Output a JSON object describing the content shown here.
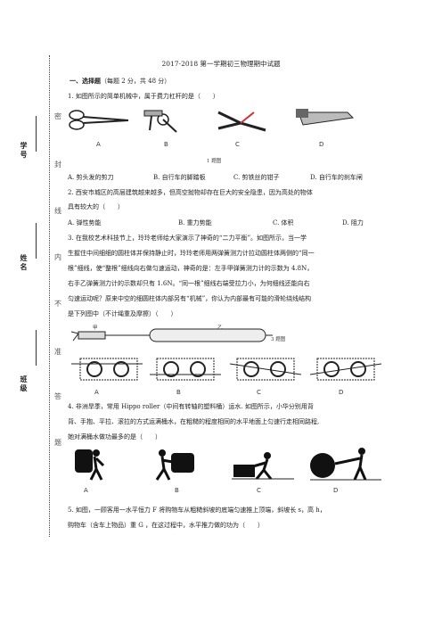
{
  "side": {
    "seal_chars": [
      "密",
      "封",
      "线",
      "内",
      "不",
      "准",
      "答",
      "题"
    ],
    "field_labels": [
      "学 号",
      "姓 名",
      "班 级"
    ]
  },
  "header": {
    "title": "2017-2018 第一学期初三物理期中试题"
  },
  "section1": {
    "heading": "一、选择题",
    "note": "（每题 2 分，共 48 分）"
  },
  "q1": {
    "stem": "1. 如图所示的简单机械中，属于费力杠杆的是（　　）",
    "figure_labels": [
      "A",
      "B",
      "C",
      "D"
    ],
    "caption": "1 题图",
    "options": [
      "A. 剪头发的剪刀",
      "B. 自行车的脚踏板",
      "C. 剪铁丝的钳子",
      "D. 自行车的刹车闸"
    ]
  },
  "q2": {
    "stem_line1": "2. 西安市城区的高层建筑越来越多，但高空抛物却存在巨大的安全隐患，因为高处的物体",
    "stem_line2": "具有较大的（　　）",
    "options": [
      "A. 弹性势能",
      "B. 重力势能",
      "C. 体积",
      "D. 阻力"
    ]
  },
  "q3": {
    "lines": [
      "3. 在我校艺术科技节上，玲玲老师给大家演示了神奇的“二力平衡”。如图所示，当一学",
      "生握住中间细细的圆柱体并保持静止时，玲玲老师用两弹簧测力计拉动圆柱体两侧的“同一",
      "根”细线，使“整根”细线向右做匀速运动，神奇的是：左手甲弹簧测力计的示数为 4.8N，",
      "右手乙弹簧测力计的示数却只有 1.6N。“同一根”细线右端受拉力小，为何细线还能向右",
      "匀速运动呢？原来中空的细圆柱体内部另有“机械”，你认为内部最有可能的滑轮绕线结构",
      "是下列图中（不计绳重及摩擦）（　　）"
    ],
    "jia": "甲",
    "yi": "乙",
    "caption": "3 题图",
    "figure_labels": [
      "A",
      "B",
      "C",
      "D"
    ]
  },
  "q4": {
    "lines": [
      "4. 非洲旱季，常用 Hippo roller（中间有转轴的塑料桶）运水. 如图所示，小华分别用背",
      "背、手抱、平拉、滚拉的方式运满桶水，在粗糙的程度相同的水平地面上匀速行走相同路程,",
      "她对满桶水做功最多的是（　　）"
    ],
    "figure_labels": [
      "A",
      "B",
      "C",
      "D"
    ]
  },
  "q5": {
    "lines": [
      "5. 如图，一顾客用一水平恒力 F 将购物车从粗糙斜坡的底端匀速推上顶端，斜坡长 s，高 h，",
      "购物车（含车上物品）重 G ，在这过程中，水平推力做的功为（　　）"
    ]
  }
}
